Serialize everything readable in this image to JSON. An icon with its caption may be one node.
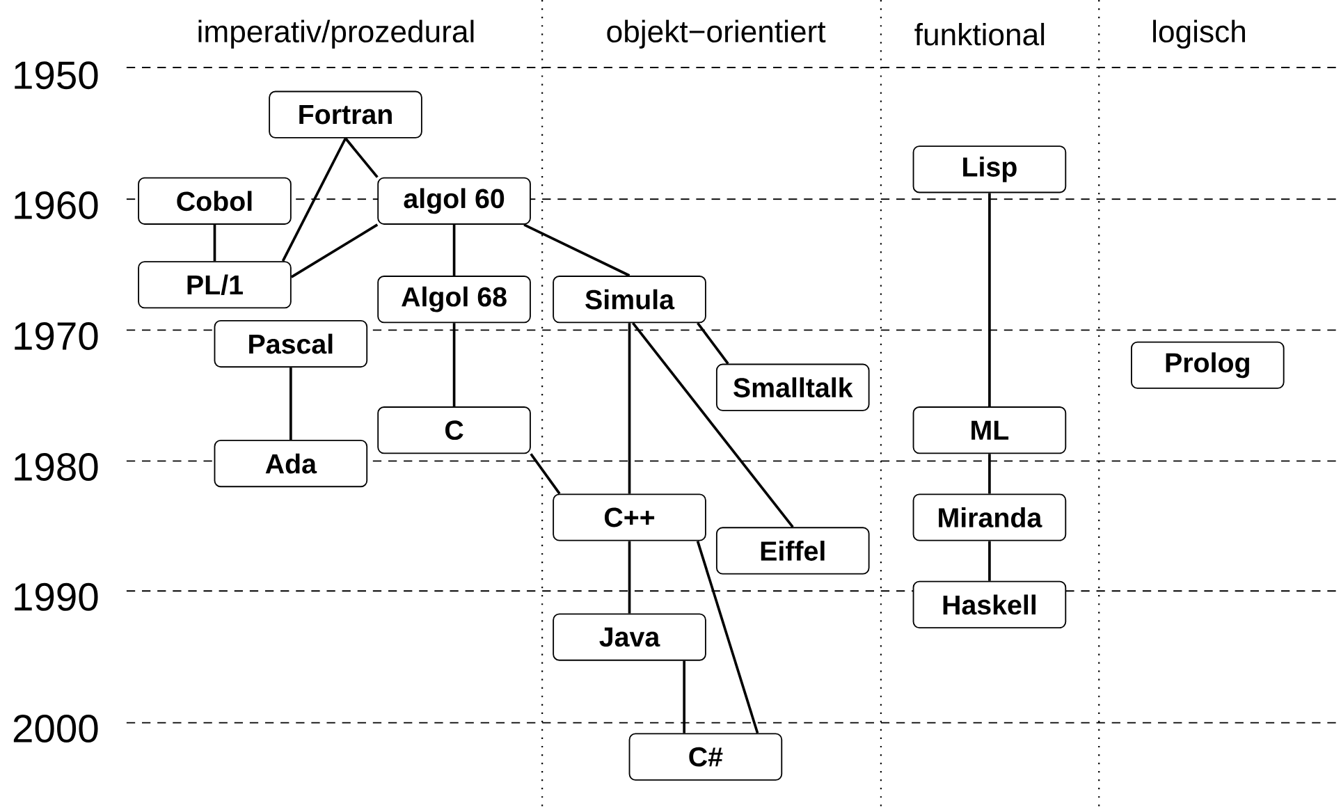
{
  "diagram": {
    "nodes": [
      {
        "text": [
          "Fortran"
        ]
      },
      {
        "text": [
          "Cobol"
        ]
      },
      {
        "text": [
          "algol 60"
        ]
      },
      {
        "text": [
          "PL/1"
        ]
      },
      {
        "text": [
          "Algol 68"
        ]
      },
      {
        "text": [
          "Simula"
        ]
      },
      {
        "text": [
          "Pascal"
        ]
      },
      {
        "text": [
          "Smalltalk"
        ]
      },
      {
        "text": [
          "C"
        ]
      },
      {
        "text": [
          "Ada"
        ]
      },
      {
        "text": [
          "C++"
        ]
      },
      {
        "text": [
          "Eiffel"
        ]
      },
      {
        "text": [
          "Java"
        ]
      },
      {
        "text": [
          "C#"
        ]
      },
      {
        "text": [
          "Lisp"
        ]
      },
      {
        "text": [
          "ML"
        ]
      },
      {
        "text": [
          "Miranda"
        ]
      },
      {
        "text": [
          "Haskell"
        ]
      },
      {
        "text": [
          "Prolog"
        ]
      }
    ],
    "edges": [
      {
        "from": 0,
        "to": 2,
        "arrow": "none"
      },
      {
        "from": 0,
        "to": 3,
        "arrow": "none"
      },
      {
        "from": 1,
        "to": 3,
        "arrow": "none"
      },
      {
        "from": 2,
        "to": 3,
        "arrow": "none"
      },
      {
        "from": 2,
        "to": 4,
        "arrow": "none"
      },
      {
        "from": 2,
        "to": 5,
        "arrow": "none"
      },
      {
        "from": 4,
        "to": 8,
        "arrow": "none"
      },
      {
        "from": 6,
        "to": 9,
        "arrow": "none"
      },
      {
        "from": 5,
        "to": 7,
        "arrow": "none"
      },
      {
        "from": 5,
        "to": 10,
        "arrow": "none"
      },
      {
        "from": 5,
        "to": 11,
        "arrow": "none"
      },
      {
        "from": 8,
        "to": 10,
        "arrow": "none"
      },
      {
        "from": 10,
        "to": 12,
        "arrow": "none"
      },
      {
        "from": 10,
        "to": 13,
        "arrow": "none"
      },
      {
        "from": 12,
        "to": 13,
        "arrow": "none"
      },
      {
        "from": 14,
        "to": 15,
        "arrow": "none"
      },
      {
        "from": 15,
        "to": 16,
        "arrow": "none"
      },
      {
        "from": 16,
        "to": 17,
        "arrow": "none"
      }
    ],
    "labels": [
      "imperativ/prozedural",
      "objekt−orientiert",
      "funktional",
      "logisch",
      "1950",
      "1960",
      "1970",
      "1980",
      "1990",
      "2000"
    ]
  }
}
